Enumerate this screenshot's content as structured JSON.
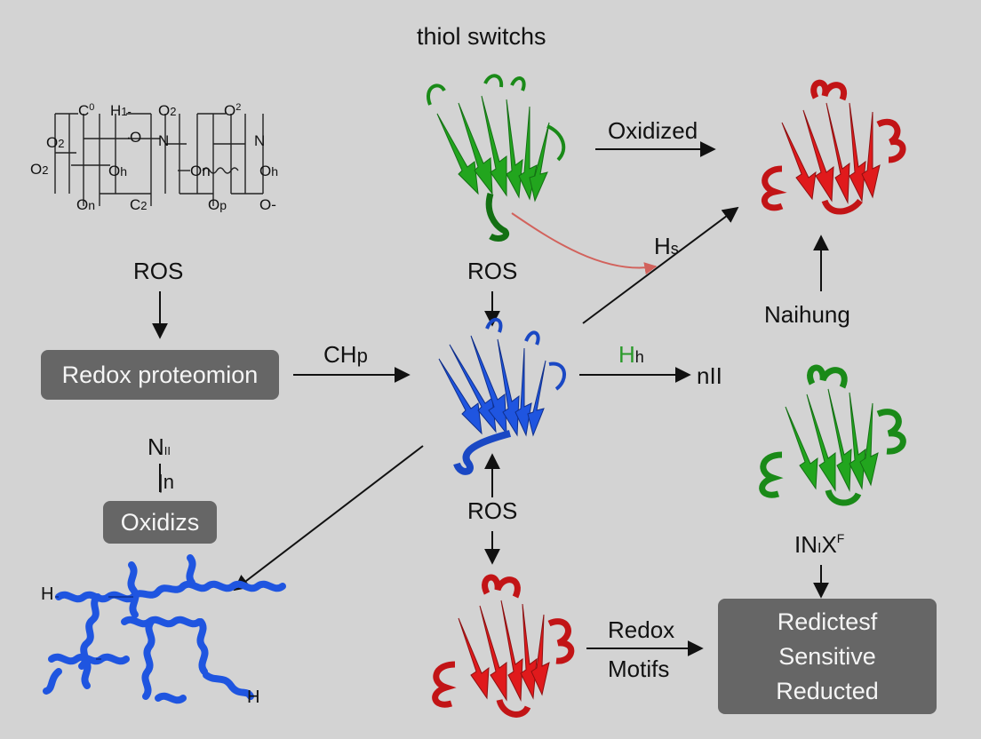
{
  "title": "thiol switchs",
  "labels": {
    "ros_left": "ROS",
    "ros_top_center": "ROS",
    "ros_mid_center": "ROS",
    "oxidized": "Oxidized",
    "hs": "H",
    "hs_sub": "s",
    "naihung": "Naihung",
    "chp": "CH",
    "chp_sub": "p",
    "hh": "H",
    "hh_sub": "h",
    "nil": "nII",
    "n_top": "N",
    "n_top_sub": "II",
    "n_bottom": "|n",
    "inixf": "IN",
    "inixf_sub": "I",
    "inixf_x": "X",
    "inixf_sup": "F",
    "redox_motifs_1": "Redox",
    "redox_motifs_2": "Motifs",
    "h_left": "H",
    "h_right": "H"
  },
  "boxes": {
    "redox_proteomion": "Redox proteomion",
    "oxidizs": "Oxidizs",
    "reduced_line1": "Redictesf",
    "reduced_line2": "Sensitive",
    "reduced_line3": "Reducted"
  },
  "structure_labels": {
    "c0": "C",
    "c0_sup": "0",
    "h1": "H",
    "h1_sub": "1-",
    "o2_top": "O",
    "o2_top_sub": "2",
    "o2_topright": "O",
    "o2_topright_sup": "2",
    "o2_left": "O",
    "o2_left_sub": "2",
    "o2_farleft": "O",
    "o2_farleft_sub": "2",
    "o_dot": "O",
    "n_mid": "N",
    "n_right": "N",
    "oh1": "O",
    "oh1_sub": "h",
    "on_mid": "On",
    "oh_right": "O",
    "oh_right_sub": "h",
    "on_bottom": "O",
    "on_bottom_sub": "n",
    "c2": "C",
    "c2_sub": "2",
    "op": "O",
    "op_sub": "p",
    "o_minus": "O-"
  },
  "colors": {
    "background": "#d3d3d3",
    "green_protein": "#22a51e",
    "red_protein": "#e01a1c",
    "blue_protein": "#1f55e0",
    "box_fill": "#666666",
    "curve_red": "#d2625c",
    "hh_green": "#2a9a2a"
  }
}
